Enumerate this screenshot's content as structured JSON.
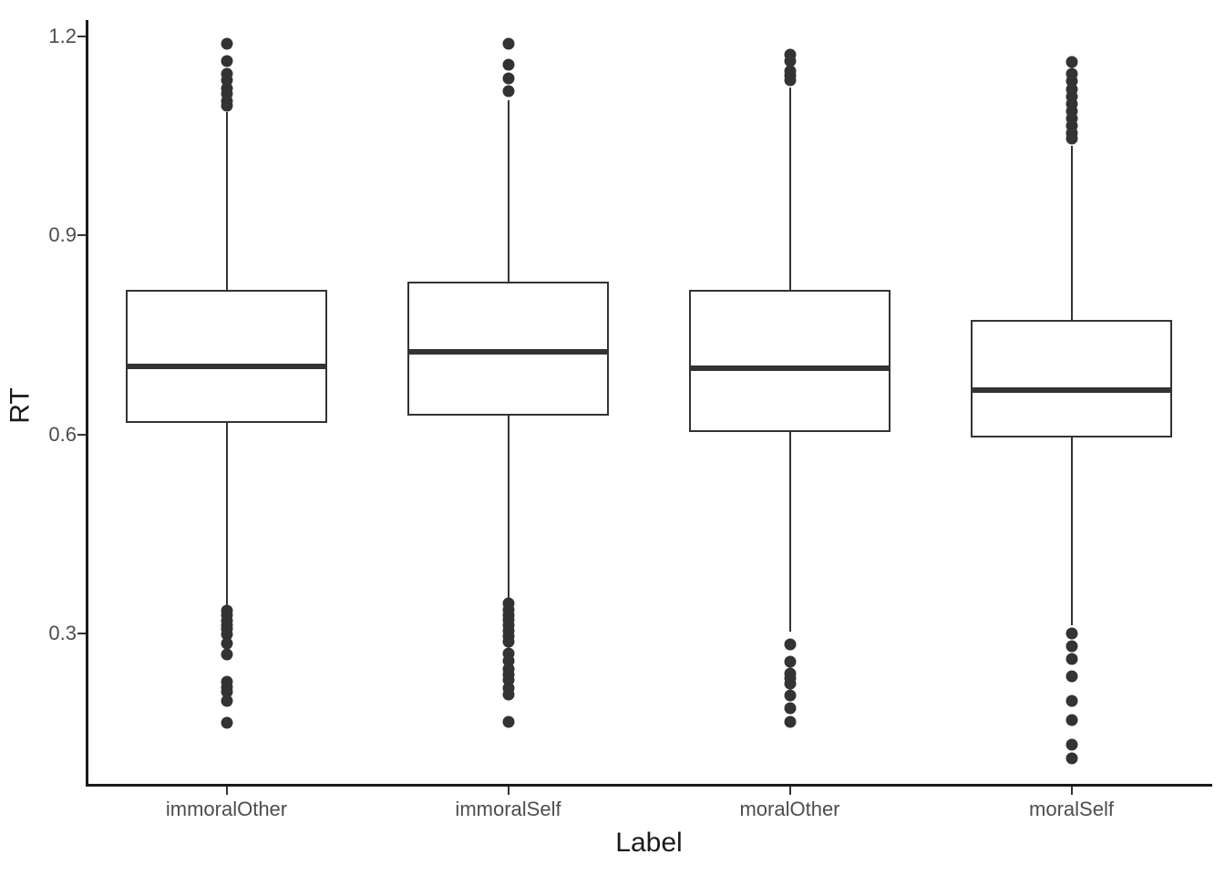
{
  "chart_data": {
    "type": "box",
    "title": "",
    "xlabel": "Label",
    "ylabel": "RT",
    "categories": [
      "immoralOther",
      "immoralSelf",
      "moralOther",
      "moralSelf"
    ],
    "yticks": [
      1.2,
      0.9,
      0.6,
      0.3
    ],
    "ytick_labels": [
      "1.2",
      "0.9",
      "0.6",
      "0.3"
    ],
    "ylim": [
      0.13,
      1.23
    ],
    "grid": false,
    "legend": "none",
    "boxes": [
      {
        "category": "immoralOther",
        "q1": 0.617,
        "median": 0.702,
        "q3": 0.818,
        "whisker_low": 0.343,
        "whisker_high": 1.086,
        "outliers_high": [
          1.189,
          1.163,
          1.144,
          1.134,
          1.122,
          1.113,
          1.103,
          1.095
        ],
        "outliers_low": [
          0.334,
          0.327,
          0.319,
          0.313,
          0.307,
          0.299,
          0.285,
          0.268,
          0.227,
          0.219,
          0.212,
          0.199,
          0.166
        ]
      },
      {
        "category": "immoralSelf",
        "q1": 0.629,
        "median": 0.725,
        "q3": 0.831,
        "whisker_low": 0.352,
        "whisker_high": 1.104,
        "outliers_high": [
          1.189,
          1.157,
          1.137,
          1.118
        ],
        "outliers_low": [
          0.345,
          0.336,
          0.328,
          0.32,
          0.312,
          0.304,
          0.296,
          0.287,
          0.27,
          0.259,
          0.247,
          0.238,
          0.23,
          0.217,
          0.208,
          0.167
        ]
      },
      {
        "category": "moralOther",
        "q1": 0.603,
        "median": 0.7,
        "q3": 0.818,
        "whisker_low": 0.303,
        "whisker_high": 1.123,
        "outliers_high": [
          1.173,
          1.163,
          1.148,
          1.141,
          1.134
        ],
        "outliers_low": [
          0.284,
          0.257,
          0.239,
          0.232,
          0.225,
          0.207,
          0.187,
          0.167
        ]
      },
      {
        "category": "moralSelf",
        "q1": 0.595,
        "median": 0.667,
        "q3": 0.773,
        "whisker_low": 0.312,
        "whisker_high": 1.035,
        "outliers_high": [
          1.162,
          1.144,
          1.132,
          1.12,
          1.11,
          1.099,
          1.088,
          1.077,
          1.066,
          1.055,
          1.046
        ],
        "outliers_low": [
          0.3,
          0.281,
          0.262,
          0.236,
          0.198,
          0.169,
          0.132,
          0.112
        ]
      }
    ]
  },
  "axis": {
    "y_title": "RT",
    "x_title": "Label"
  }
}
